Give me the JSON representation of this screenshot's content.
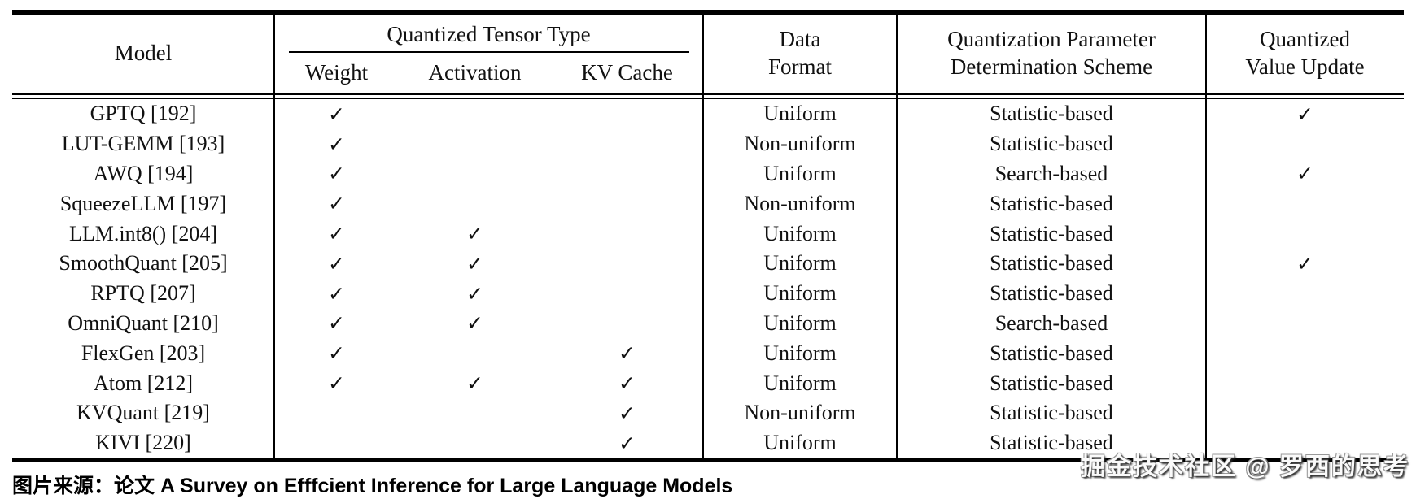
{
  "page": {
    "background": "#ffffff",
    "text_color": "#111111",
    "rule_color": "#000000"
  },
  "table": {
    "header": {
      "model": "Model",
      "tensor_group_title": "Quantized Tensor Type",
      "tensor_subcols": [
        "Weight",
        "Activation",
        "KV Cache"
      ],
      "data_format_line1": "Data",
      "data_format_line2": "Format",
      "scheme_line1": "Quantization Parameter",
      "scheme_line2": "Determination Scheme",
      "update_line1": "Quantized",
      "update_line2": "Value Update"
    },
    "check_glyph": "✓",
    "rows": [
      {
        "model": "GPTQ [192]",
        "weight": true,
        "activation": false,
        "kv": false,
        "format": "Uniform",
        "scheme": "Statistic-based",
        "update": true
      },
      {
        "model": "LUT-GEMM [193]",
        "weight": true,
        "activation": false,
        "kv": false,
        "format": "Non-uniform",
        "scheme": "Statistic-based",
        "update": false
      },
      {
        "model": "AWQ [194]",
        "weight": true,
        "activation": false,
        "kv": false,
        "format": "Uniform",
        "scheme": "Search-based",
        "update": true
      },
      {
        "model": "SqueezeLLM [197]",
        "weight": true,
        "activation": false,
        "kv": false,
        "format": "Non-uniform",
        "scheme": "Statistic-based",
        "update": false
      },
      {
        "model": "LLM.int8() [204]",
        "weight": true,
        "activation": true,
        "kv": false,
        "format": "Uniform",
        "scheme": "Statistic-based",
        "update": false
      },
      {
        "model": "SmoothQuant [205]",
        "weight": true,
        "activation": true,
        "kv": false,
        "format": "Uniform",
        "scheme": "Statistic-based",
        "update": true
      },
      {
        "model": "RPTQ [207]",
        "weight": true,
        "activation": true,
        "kv": false,
        "format": "Uniform",
        "scheme": "Statistic-based",
        "update": false
      },
      {
        "model": "OmniQuant [210]",
        "weight": true,
        "activation": true,
        "kv": false,
        "format": "Uniform",
        "scheme": "Search-based",
        "update": false
      },
      {
        "model": "FlexGen [203]",
        "weight": true,
        "activation": false,
        "kv": true,
        "format": "Uniform",
        "scheme": "Statistic-based",
        "update": false
      },
      {
        "model": "Atom [212]",
        "weight": true,
        "activation": true,
        "kv": true,
        "format": "Uniform",
        "scheme": "Statistic-based",
        "update": false
      },
      {
        "model": "KVQuant [219]",
        "weight": false,
        "activation": false,
        "kv": true,
        "format": "Non-uniform",
        "scheme": "Statistic-based",
        "update": false
      },
      {
        "model": "KIVI [220]",
        "weight": false,
        "activation": false,
        "kv": true,
        "format": "Uniform",
        "scheme": "Statistic-based",
        "update": false
      }
    ]
  },
  "caption": {
    "text": "图片来源：论文 A Survey on Efffcient Inference for Large Language Models"
  },
  "watermark": {
    "text": "掘金技术社区 @ 罗西的思考"
  }
}
